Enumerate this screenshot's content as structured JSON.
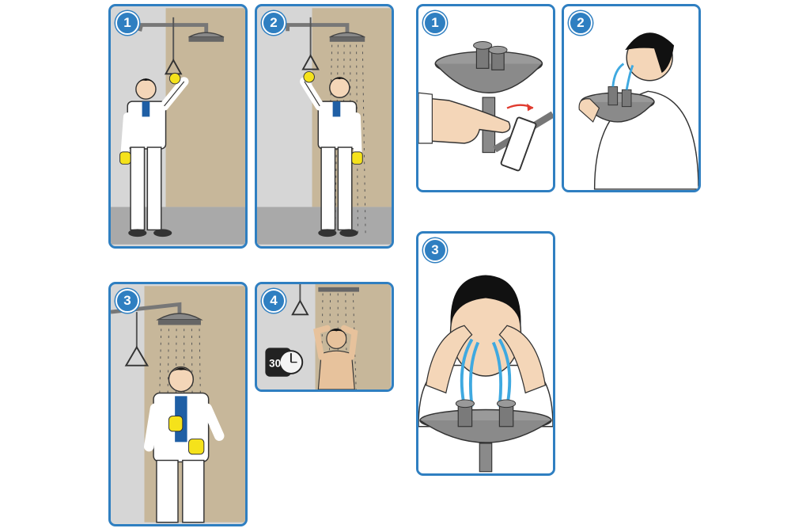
{
  "shower_steps": [
    {
      "number": "1"
    },
    {
      "number": "2"
    },
    {
      "number": "3"
    },
    {
      "number": "4",
      "timer_label": "30"
    }
  ],
  "eyewash_steps": [
    {
      "number": "1"
    },
    {
      "number": "2"
    },
    {
      "number": "3"
    }
  ],
  "colors": {
    "frame": "#2f7fc1",
    "wall_tan": "#c7b79a",
    "wall_gray": "#d6d6d6",
    "floor": "#a9a9a9",
    "water": "#3fa9e0",
    "glove": "#f5e21b",
    "arrow": "#e03b2f"
  }
}
